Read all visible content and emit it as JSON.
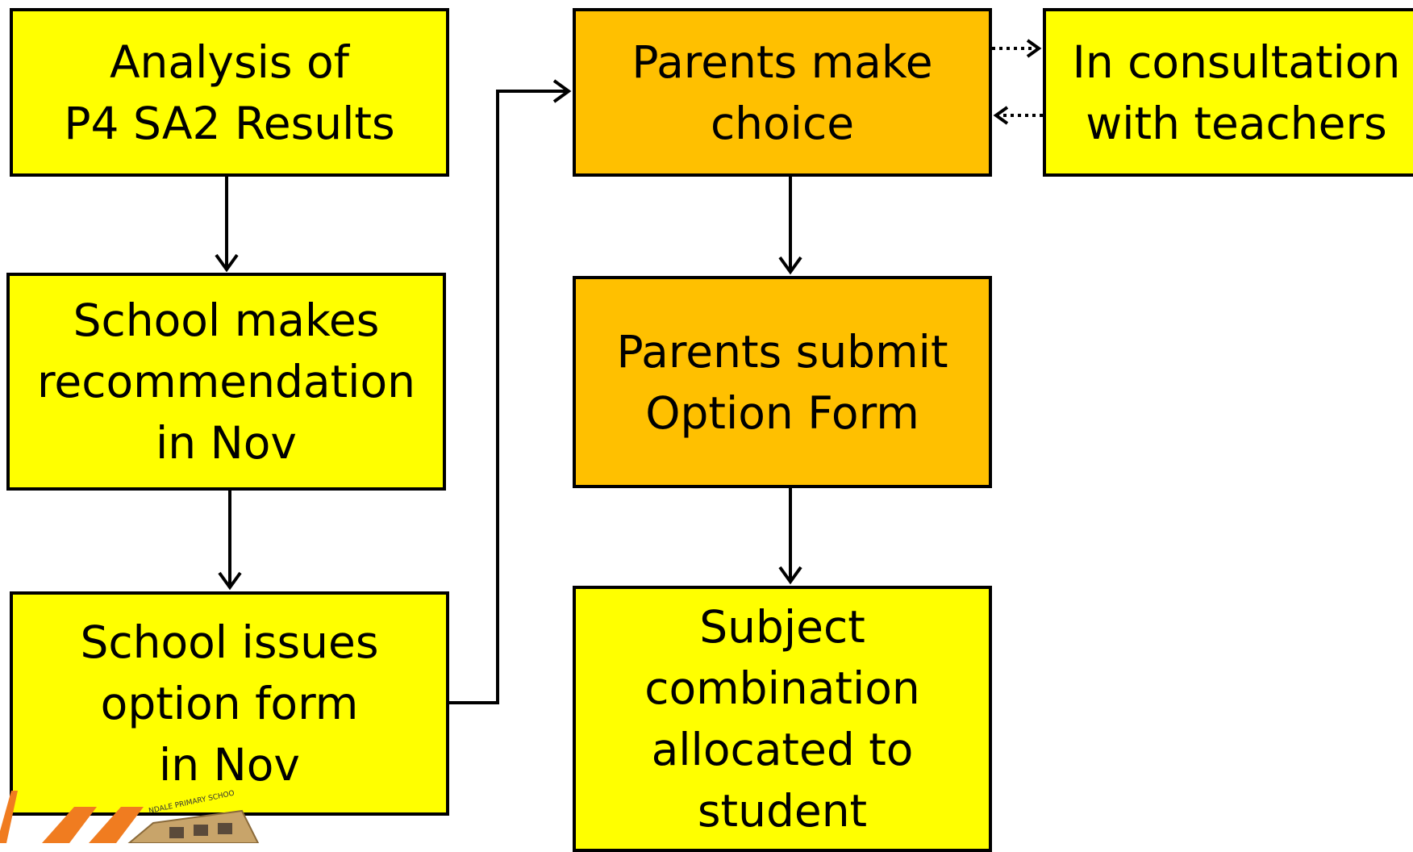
{
  "boxes": {
    "analysis": {
      "line1": "Analysis of",
      "line2": "P4 SA2 Results"
    },
    "recommendation": {
      "line1": "School makes",
      "line2": "recommendation",
      "line3": "in Nov"
    },
    "issues": {
      "line1": "School issues",
      "line2": "option form",
      "line3": "in Nov"
    },
    "choice": {
      "line1": "Parents make",
      "line2": "choice"
    },
    "submit": {
      "line1": "Parents submit",
      "line2": "Option Form"
    },
    "allocated": {
      "line1": "Subject",
      "line2": "combination",
      "line3": "allocated to",
      "line4": "student"
    },
    "consultation": {
      "line1": "In consultation",
      "line2": "with teachers"
    }
  },
  "colors": {
    "yellow": "#ffff00",
    "orange": "#ffc000",
    "logo_orange": "#f07c20"
  },
  "logo": {
    "text": "NDALE PRIMARY SCHOO"
  }
}
